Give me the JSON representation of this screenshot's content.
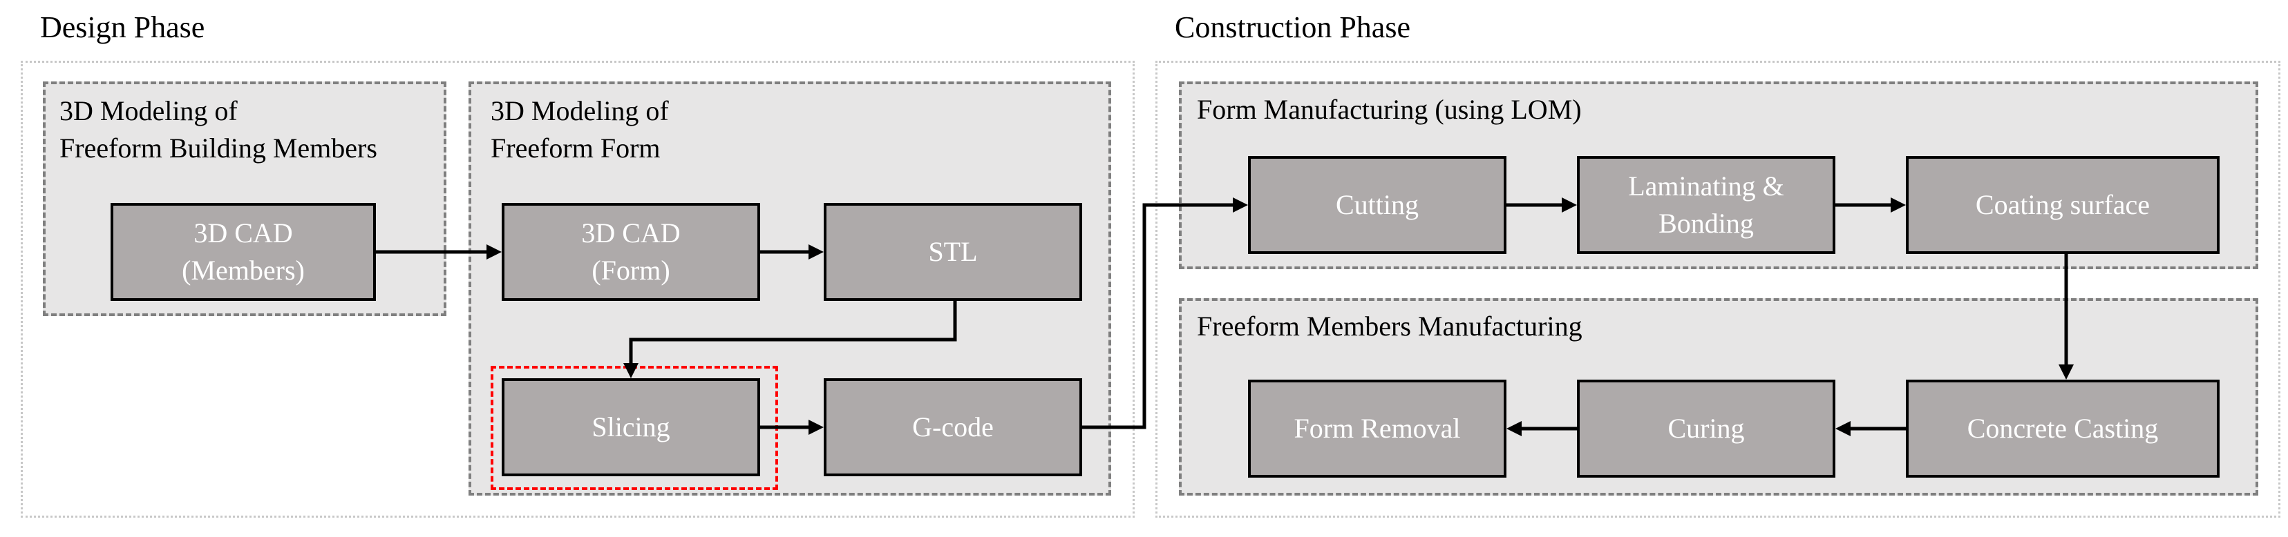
{
  "phases": {
    "design": {
      "title": "Design Phase"
    },
    "construction": {
      "title": "Construction Phase"
    }
  },
  "groups": {
    "modeling_members": {
      "label": "3D Modeling of\nFreeform Building Members"
    },
    "modeling_form": {
      "label": "3D Modeling of\nFreeform Form"
    },
    "form_manufacturing": {
      "label": "Form Manufacturing (using LOM)"
    },
    "members_manufacturing": {
      "label": "Freeform Members Manufacturing"
    }
  },
  "nodes": {
    "cad_members": "3D CAD\n(Members)",
    "cad_form": "3D CAD\n(Form)",
    "stl": "STL",
    "slicing": "Slicing",
    "gcode": "G-code",
    "cutting": "Cutting",
    "laminating": "Laminating &\nBonding",
    "coating": "Coating surface",
    "casting": "Concrete Casting",
    "curing": "Curing",
    "form_removal": "Form Removal"
  },
  "colors": {
    "node_fill": "#aeaaaa",
    "group_fill": "#e7e6e6",
    "highlight": "#ff0000"
  }
}
